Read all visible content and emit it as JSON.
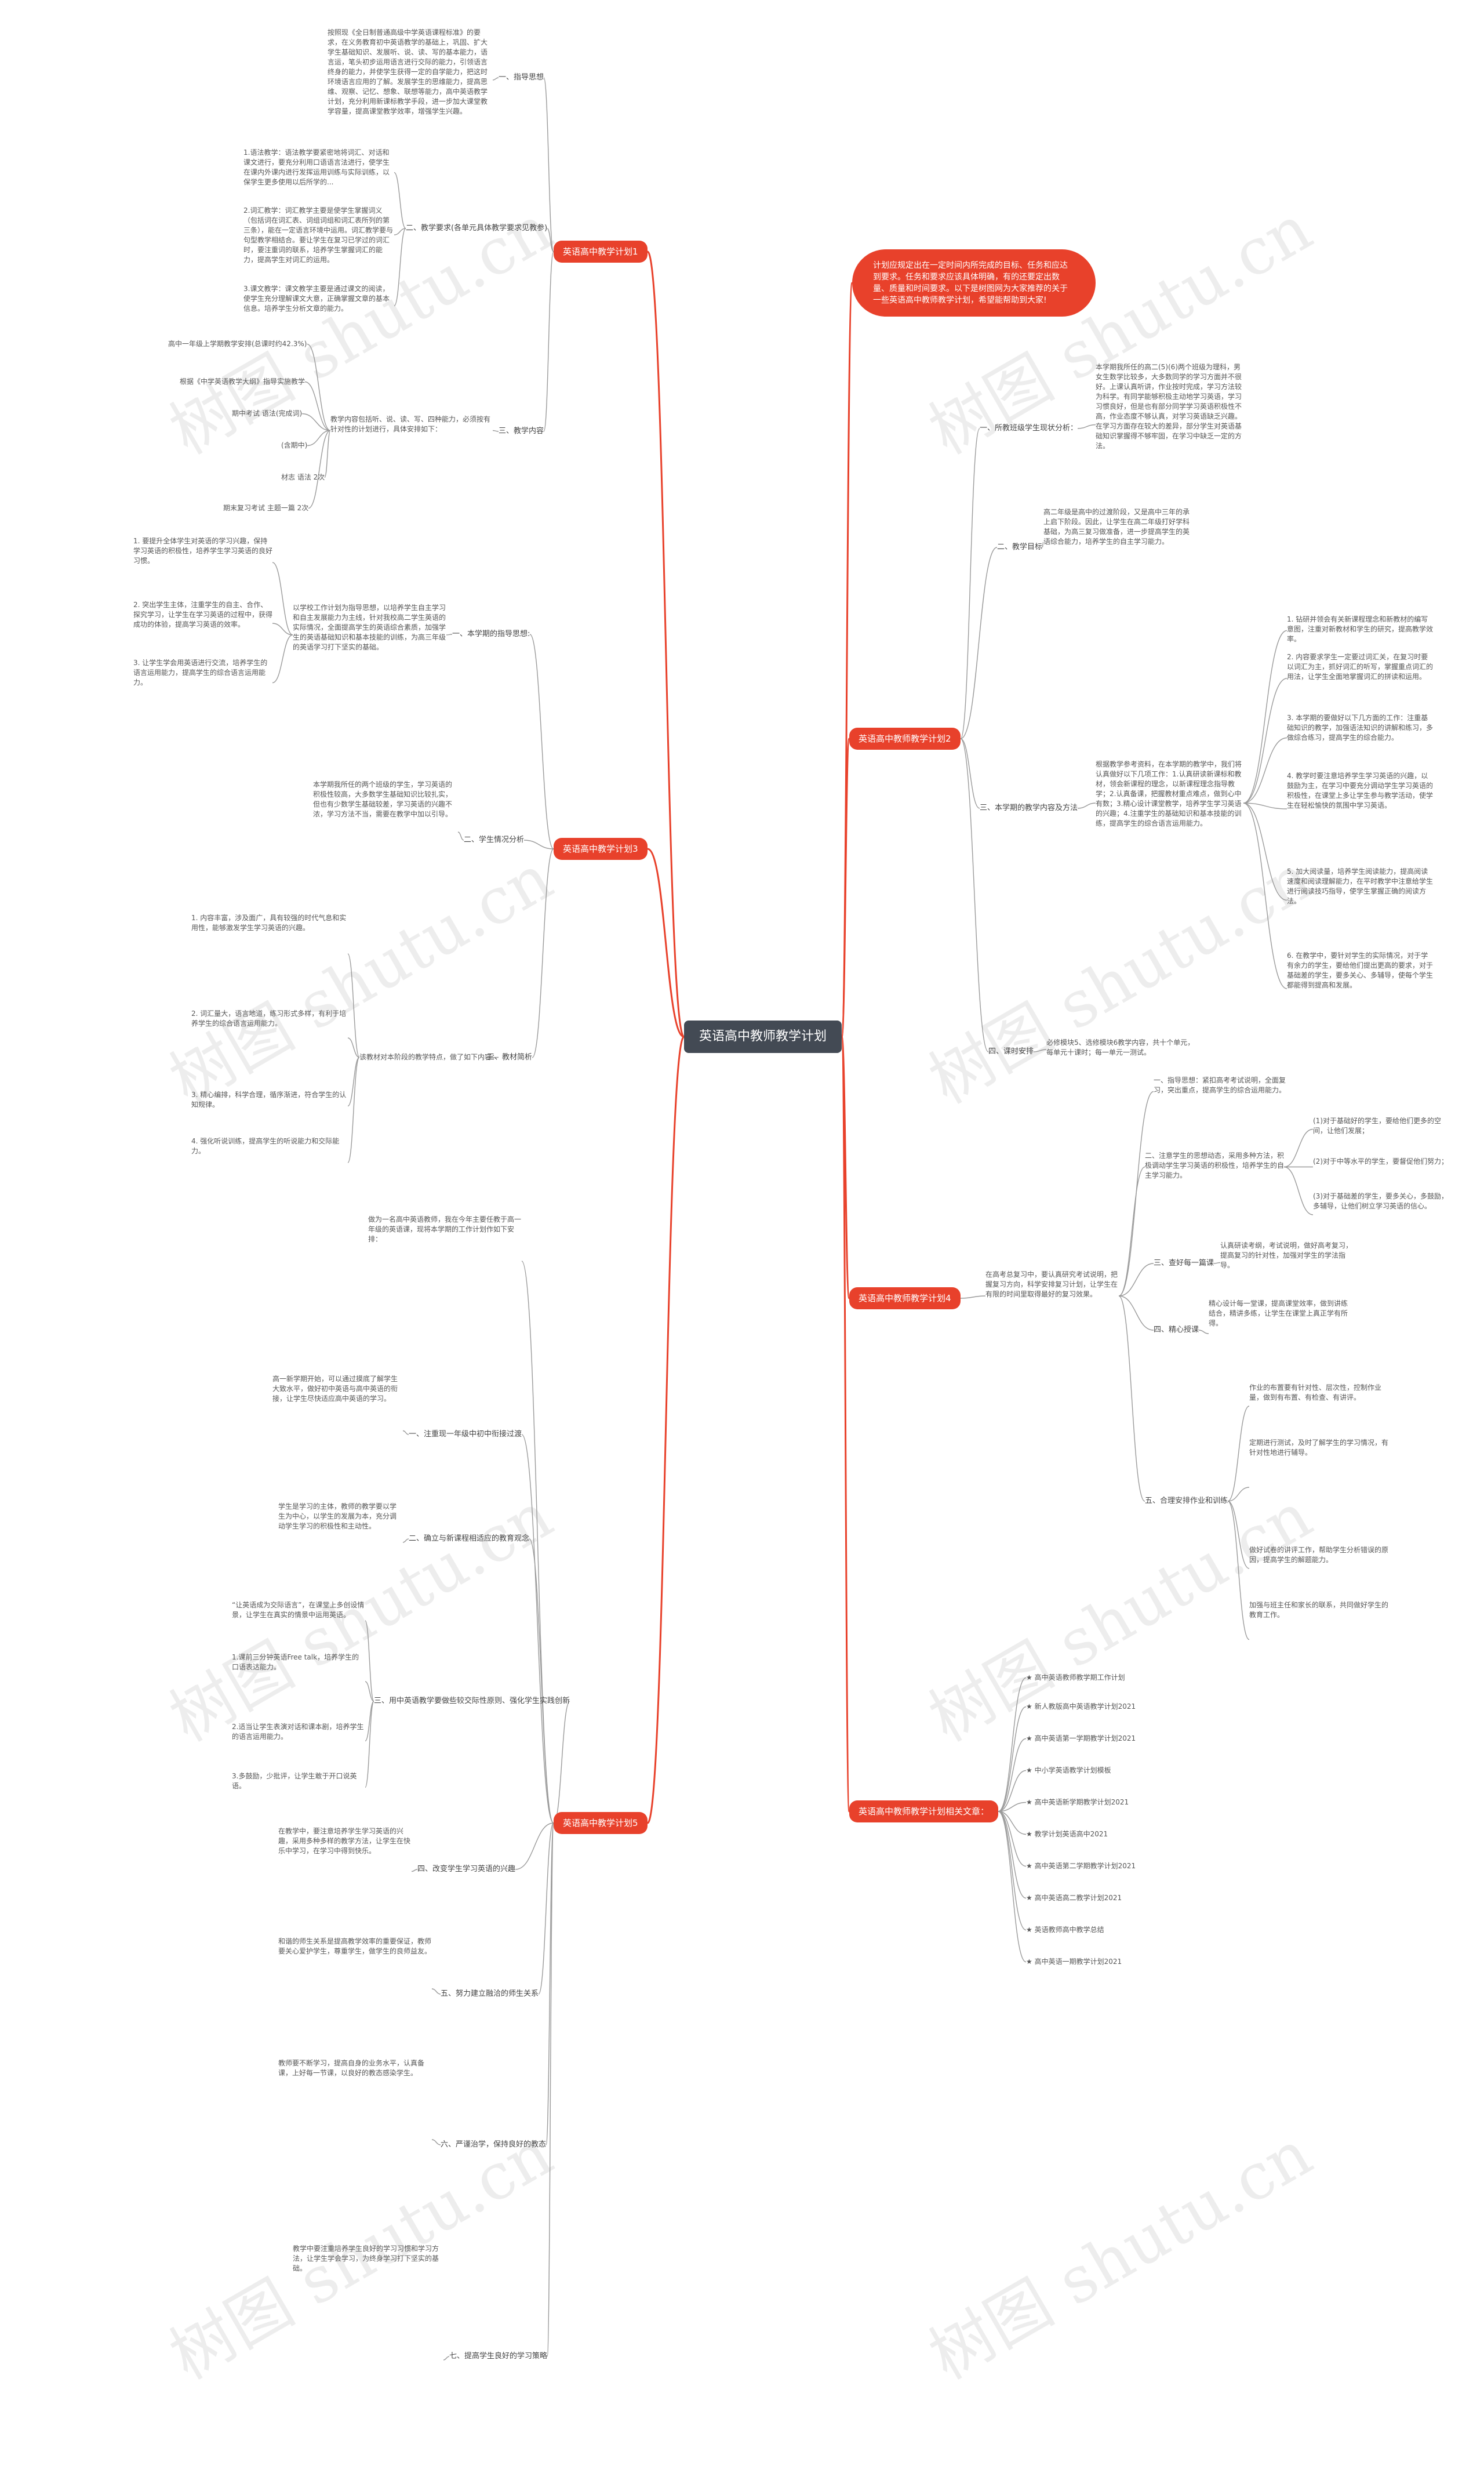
{
  "root": "英语高中教师教学计划",
  "callout": "计划应规定出在一定时间内所完成的目标、任务和应达到要求。任务和要求应该具体明确，有的还要定出数量、质量和时间要求。以下是树图网为大家推荐的关于一些英语高中教师教学计划，希望能帮助到大家!",
  "plan1": {
    "title": "英语高中教学计划1",
    "guide": "一、指导思想",
    "guide_text": "按照现《全日制普通高级中学英语课程标准》的要求，在义务教育初中英语教学的基础上，巩固、扩大学生基础知识、发展听、说、读、写的基本能力，语言运，笔头初步运用语言进行交际的能力，引领语言终身的能力，并使学生获得一定的自学能力，把这时环境语言应用的了解。发展学生的思维能力，提高思维、观察、记忆、想象、联想等能力，高中英语教学计划，充分利用新课标教学手段，进一步加大课堂教学容量，提高课堂教学效率，增强学生兴趣。",
    "req": "二、教学要求(各单元具体教学要求见教参)",
    "req_items": [
      "1.语法教学：语法教学要紧密地将词汇、对话和课文进行，要充分利用口语语言法进行，使学生在课内外课内进行发挥运用训练与实际训练，以保学生更多使用以后所学的...",
      "2.词汇教学：词汇教学主要是使学生掌握词义（包括词在词汇表、词组词组和词汇表所列的第三条），能在一定语言环境中运用。词汇教学要与句型教学相结合。要让学生在复习已学过的词汇时，要注重词的联系，培养学生掌握词汇的能力，提高学生对词汇的运用。",
      "3.课文教学：课文教学主要是通过课文的阅读，使学生充分理解课文大意，正确掌握文章的基本信息。培养学生分析文章的能力。"
    ],
    "plan": "三、教学内容",
    "plan_intro": "教学内容包括听、说、读、写、四种能力，必须按有针对性的计划进行，具体安排如下：",
    "plan_items": [
      "高中一年级上学期教学安排(总课时约42.3%)",
      "根据《中学英语教学大纲》指导实施教学",
      "期中考试 语法(完成词)",
      "(含期中)",
      "材志 语法 2次",
      "期末复习考试 主题一篇 2次"
    ]
  },
  "plan2": {
    "title": "英语高中教师教学计划2",
    "s1": "一、所教班级学生现状分析：",
    "s1_text": "本学期我所任的高二(5)(6)两个班级为理科，男女生数学比较多，大多数同学的学习方面并不很好。上课认真听讲，作业按时完成，学习方法较为科学。有同学能够积极主动地学习英语，学习习惯良好，但是也有部分同学学习英语积极性不高，作业态度不够认真，对学习英语缺乏兴趣。在学习方面存在较大的差异，部分学生对英语基础知识掌握得不够牢固，在学习中缺乏一定的方法。",
    "s2": "二、教学目标",
    "s2_text": "高二年级是高中的过渡阶段，又是高中三年的承上启下阶段。因此，让学生在高二年级打好学科基础，为高三复习做准备，进一步提高学生的英语综合能力，培养学生的自主学习能力。",
    "s3": "三、本学期的教学内容及方法",
    "s3_text": "根据教学参考资料，在本学期的教学中，我们将认真做好以下几项工作：1.认真研读新课标和教材，领会新课程的理念，以新课程理念指导教学；2.认真备课，把握教材重点难点，做到心中有数；3.精心设计课堂教学，培养学生学习英语的兴趣；4.注重学生的基础知识和基本技能的训练，提高学生的综合语言运用能力。",
    "s3_items": [
      "1. 钻研并领会有关新课程理念和新教材的编写意图，注重对新教材和学生的研究，提高教学效率。",
      "2. 内容要求学生一定要过词汇关，在复习时要以词汇为主，抓好词汇的听写，掌握重点词汇的用法，让学生全面地掌握词汇的拼读和运用。",
      "3. 本学期的要做好以下几方面的工作：注重基础知识的教学，加强语法知识的讲解和练习，多做综合练习，提高学生的综合能力。",
      "4. 教学时要注意培养学生学习英语的兴趣，以鼓励为主，在学习中要充分调动学生学习英语的积极性，在课堂上多让学生参与教学活动，使学生在轻松愉快的氛围中学习英语。",
      "5. 加大阅读量，培养学生阅读能力，提高阅读速度和阅读理解能力，在平时教学中注意给学生进行阅读技巧指导，使学生掌握正确的阅读方法。",
      "6. 在教学中，要针对学生的实际情况，对于学有余力的学生，要给他们提出更高的要求，对于基础差的学生，要多关心、多辅导，使每个学生都能得到提高和发展。"
    ],
    "s4": "四、课时安排",
    "s4_text": "必修模块5、选修模块6教学内容，共十个单元，每单元十课时；每一单元一测试。"
  },
  "plan3": {
    "title": "英语高中教学计划3",
    "s1": "一、本学期的指导思想:",
    "s1_text": "以学校工作计划为指导思想，以培养学生自主学习和自主发展能力为主线，针对我校高二学生英语的实际情况，全面提高学生的英语综合素质，加强学生的英语基础知识和基本技能的训练，为高三年级的英语学习打下坚实的基础。",
    "s1_items": [
      "1. 要提升全体学生对英语的学习兴趣，保持学习英语的积极性，培养学生学习英语的良好习惯。",
      "2. 突出学生主体，注重学生的自主、合作、探究学习，让学生在学习英语的过程中，获得成功的体验，提高学习英语的效率。",
      "3. 让学生学会用英语进行交流，培养学生的语言运用能力，提高学生的综合语言运用能力。"
    ],
    "s2": "二、学生情况分析",
    "s2_text": "本学期我所任的两个班级的学生，学习英语的积极性较高，大多数学生基础知识比较扎实，但也有少数学生基础较差，学习英语的兴趣不浓，学习方法不当，需要在教学中加以引导。",
    "s3": "三、教材简析",
    "s3_intro": "该教材对本阶段的教学特点，做了如下内容：",
    "s3_items": [
      "1. 内容丰富，涉及面广，具有较强的时代气息和实用性，能够激发学生学习英语的兴趣。",
      "2. 词汇量大，语言地道，练习形式多样，有利于培养学生的综合语言运用能力。",
      "3. 精心编排，科学合理，循序渐进，符合学生的认知规律。",
      "4. 强化听说训练，提高学生的听说能力和交际能力。"
    ]
  },
  "plan4": {
    "title": "英语高中教师教学计划4",
    "intro": "在高考总复习中，要认真研究考试说明，把握复习方向，科学安排复习计划，让学生在有限的时间里取得最好的复习效果。",
    "s1": "一、指导思想：紧扣高考考试说明，全面复习，突出重点，提高学生的综合运用能力。",
    "s2": "二、注意学生的思想动态，采用多种方法，积极调动学生学习英语的积极性，培养学生的自主学习能力。",
    "s2_items": [
      "(1)对于基础好的学生，要给他们更多的空间，让他们发展；",
      "(2)对于中等水平的学生，要督促他们努力；",
      "(3)对于基础差的学生，要多关心，多鼓励，多辅导，让他们树立学习英语的信心。"
    ],
    "s3": "三、查好每一篇课",
    "s3_text": "认真研读考纲，考试说明，做好高考复习，提高复习的针对性，加强对学生的学法指导。",
    "s4": "四、精心授课",
    "s4_text": "精心设计每一堂课，提高课堂效率，做到讲练结合，精讲多练，让学生在课堂上真正学有所得。",
    "s5": "五、合理安排作业和训练",
    "s5_items": [
      "作业的布置要有针对性、层次性，控制作业量，做到有布置、有检查、有讲评。",
      "定期进行测试，及时了解学生的学习情况，有针对性地进行辅导。",
      "做好试卷的讲评工作，帮助学生分析错误的原因，提高学生的解题能力。",
      "加强与班主任和家长的联系，共同做好学生的教育工作。"
    ]
  },
  "related": {
    "title": "英语高中教师教学计划相关文章：",
    "items": [
      "★ 高中英语教师教学期工作计划",
      "★ 新人教版高中英语教学计划2021",
      "★ 高中英语第一学期教学计划2021",
      "★ 中小学英语教学计划模板",
      "★ 高中英语新学期教学计划2021",
      "★ 教学计划英语高中2021",
      "★ 高中英语第二学期教学计划2021",
      "★ 高中英语高二教学计划2021",
      "★ 英语教师高中教学总结",
      "★ 高中英语一期教学计划2021"
    ]
  },
  "plan5": {
    "title": "英语高中教学计划5",
    "intro": "做为一名高中英语教师，我在今年主要任教于高一年级的英语课，现将本学期的工作计划作如下安排：",
    "s1": "一、注重现一年级中初中衔接过渡",
    "s1_text": "高一新学期开始，可以通过摸底了解学生大致水平，做好初中英语与高中英语的衔接，让学生尽快适应高中英语的学习。",
    "s2": "二、确立与新课程相适应的教育观念",
    "s2_text": "学生是学习的主体，教师的教学要以学生为中心，以学生的发展为本，充分调动学生学习的积极性和主动性。",
    "s3": "三、用中英语教学要做些较交际性原则、强化学生实践创新",
    "s3_items": [
      "“让英语成为交际语言”，在课堂上多创设情景，让学生在真实的情景中运用英语。",
      "1.课前三分钟英语Free talk，培养学生的口语表达能力。",
      "2.适当让学生表演对话和课本剧，培养学生的语言运用能力。",
      "3.多鼓励，少批评，让学生敢于开口说英语。"
    ],
    "s4": "四、改变学生学习英语的兴趣",
    "s4_text": "在教学中，要注意培养学生学习英语的兴趣，采用多种多样的教学方法，让学生在快乐中学习，在学习中得到快乐。",
    "s5": "五、努力建立融洽的师生关系",
    "s5_text": "和谐的师生关系是提高教学效率的重要保证，教师要关心爱护学生，尊重学生，做学生的良师益友。",
    "s6": "六、严谨治学，保持良好的教态",
    "s6_text": "教师要不断学习，提高自身的业务水平，认真备课，上好每一节课，以良好的教态感染学生。",
    "s7": "七、提高学生良好的学习策略",
    "s7_text": "教学中要注重培养学生良好的学习习惯和学习方法，让学生学会学习，为终身学习打下坚实的基础。"
  },
  "watermark": "树图 shutu.cn"
}
